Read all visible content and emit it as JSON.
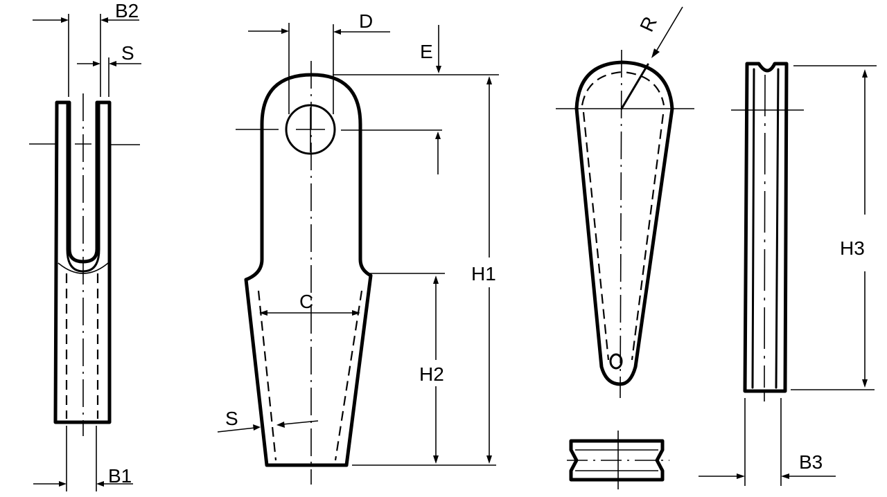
{
  "diagram": {
    "type": "technical-drawing",
    "subject": "wire rope wedge socket and wedge",
    "colors": {
      "line": "#000000",
      "background": "#ffffff"
    },
    "views": [
      {
        "name": "socket-side-view",
        "labels": {
          "b2": "B2",
          "s": "S",
          "b1": "B1"
        }
      },
      {
        "name": "socket-front-view",
        "labels": {
          "d": "D",
          "e": "E",
          "c": "C",
          "h1": "H1",
          "h2": "H2",
          "s": "S"
        }
      },
      {
        "name": "wedge-front-view",
        "labels": {
          "r": "R"
        }
      },
      {
        "name": "wedge-side-view",
        "labels": {
          "h3": "H3",
          "b3": "B3"
        }
      },
      {
        "name": "wedge-cross-section",
        "labels": {}
      }
    ]
  }
}
